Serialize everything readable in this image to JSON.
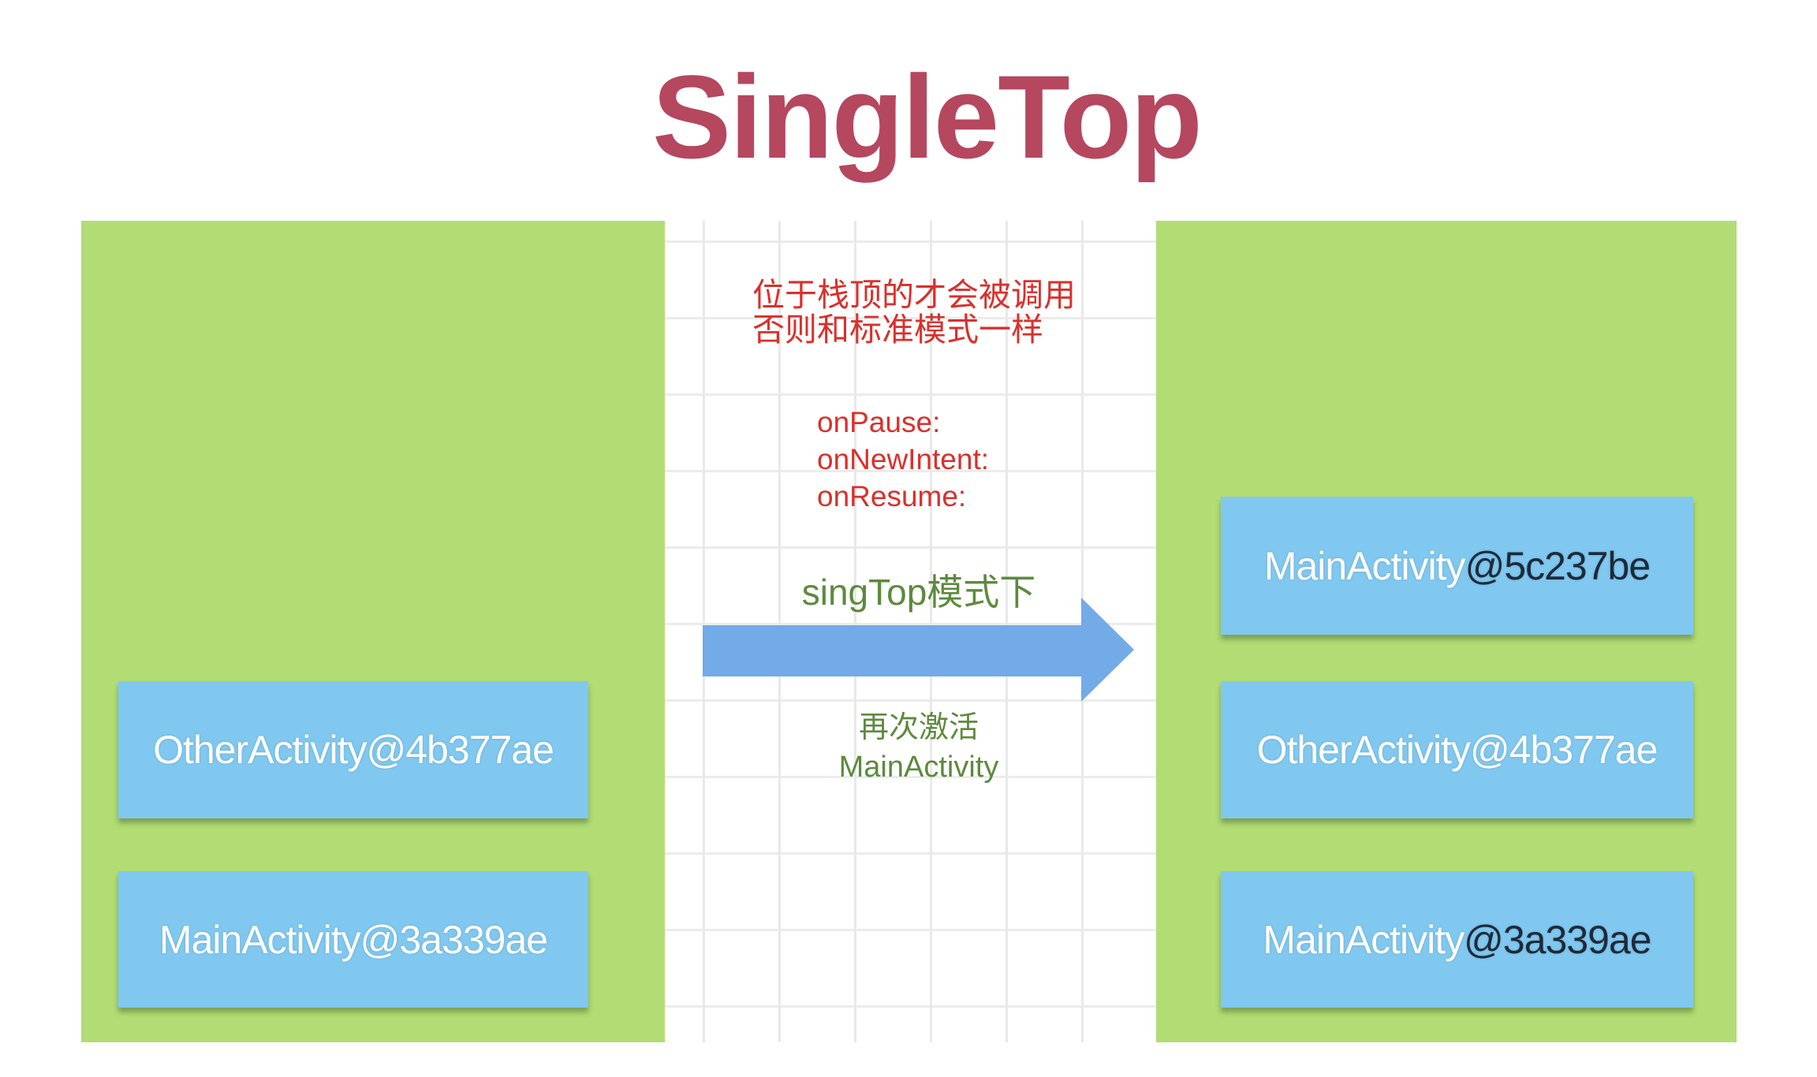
{
  "title": "SingleTop",
  "note_cn": [
    "位于栈顶的才会被调用",
    "否则和标准模式一样"
  ],
  "callbacks": [
    "onPause:",
    "onNewIntent:",
    "onResume:"
  ],
  "arrow_top_label": "singTop模式下",
  "arrow_bottom_label": [
    "再次激活",
    "MainActivity"
  ],
  "left_stack": [
    {
      "name": "OtherActivity",
      "hash": "@4b377ae"
    },
    {
      "name": "MainActivity",
      "hash": "@3a339ae"
    }
  ],
  "right_stack": [
    {
      "name": "MainActivity",
      "hash": "@5c237be"
    },
    {
      "name": "OtherActivity",
      "hash": "@4b377ae"
    },
    {
      "name": "MainActivity",
      "hash": "@3a339ae"
    }
  ],
  "colors": {
    "title": "#b5475f",
    "panel": "#b2dc74",
    "box": "#80c8ef",
    "arrow": "#72abe8",
    "note": "#d9302c"
  }
}
